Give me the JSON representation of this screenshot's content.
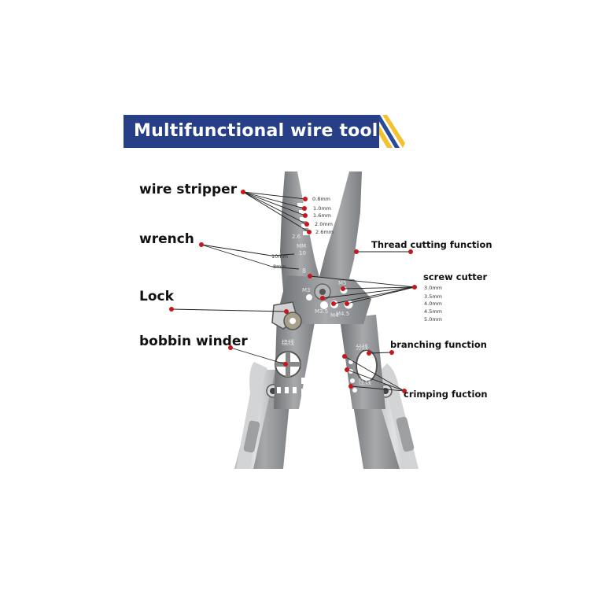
{
  "banner": {
    "title": "Multifunctional wire tool",
    "color": "#263f86",
    "stripe_colors": [
      "#f2c230",
      "#2a4a9a"
    ]
  },
  "labels": {
    "wire_stripper": "wire stripper",
    "wrench": "wrench",
    "lock": "Lock",
    "bobbin_winder": "bobbin winder",
    "thread_cutting": "Thread cutting function",
    "screw_cutter": "screw cutter",
    "branching": "branching function",
    "crimping": "crimping fuction"
  },
  "wire_sizes": [
    "0.8mm",
    "1.0mm",
    "1.6mm",
    "2.0mm",
    "2.6mm"
  ],
  "wrench_sizes": [
    "10mm",
    "8mm"
  ],
  "screw_sizes": [
    "3.0mm",
    "3.5mm",
    "4.0mm",
    "4.5mm",
    "5.0mm"
  ],
  "engravings": {
    "jaw_26": "2.6",
    "jaw_mm": "MM",
    "jaw_10": "10",
    "jaw_8": "8",
    "m3": "M3",
    "m35": "M3.5",
    "m4": "M4",
    "m45": "M4.5",
    "m5": "M5",
    "left_char": "绕线",
    "right_top_char": "分线",
    "right_bottom_char": "压线"
  },
  "colors": {
    "marker": "#c8161d",
    "steel": "#8c8e90",
    "handle": "#c9cacb",
    "handle_dark": "#6e7073"
  }
}
